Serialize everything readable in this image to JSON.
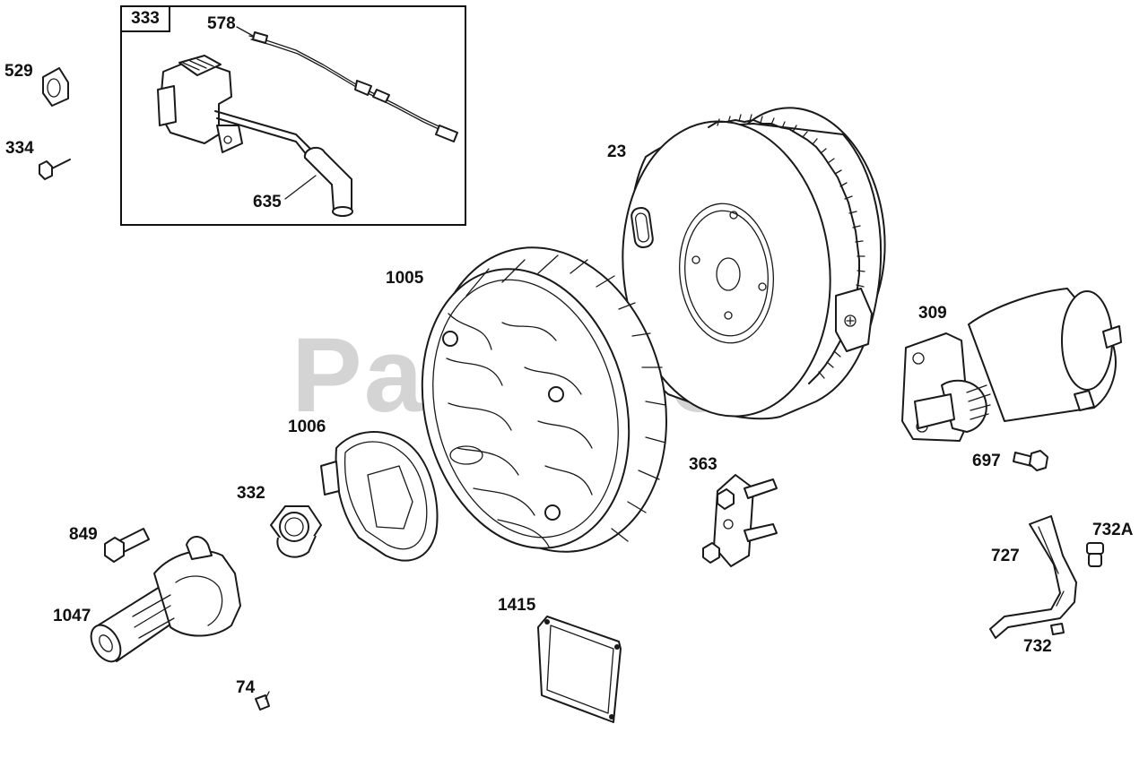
{
  "watermark": {
    "text": "PartsTree",
    "trademark": "™"
  },
  "callout_group": {
    "label": "333"
  },
  "labels": [
    {
      "key": "578",
      "text": "578"
    },
    {
      "key": "529",
      "text": "529"
    },
    {
      "key": "334",
      "text": "334"
    },
    {
      "key": "635",
      "text": "635"
    },
    {
      "key": "23",
      "text": "23"
    },
    {
      "key": "1005",
      "text": "1005"
    },
    {
      "key": "309",
      "text": "309"
    },
    {
      "key": "1006",
      "text": "1006"
    },
    {
      "key": "363",
      "text": "363"
    },
    {
      "key": "697",
      "text": "697"
    },
    {
      "key": "332",
      "text": "332"
    },
    {
      "key": "849",
      "text": "849"
    },
    {
      "key": "732A",
      "text": "732A"
    },
    {
      "key": "727",
      "text": "727"
    },
    {
      "key": "1047",
      "text": "1047"
    },
    {
      "key": "1415",
      "text": "1415"
    },
    {
      "key": "732",
      "text": "732"
    },
    {
      "key": "74",
      "text": "74"
    }
  ],
  "colors": {
    "line": "#1a1a1a",
    "watermark": "#d4d4d4",
    "background": "#ffffff"
  }
}
